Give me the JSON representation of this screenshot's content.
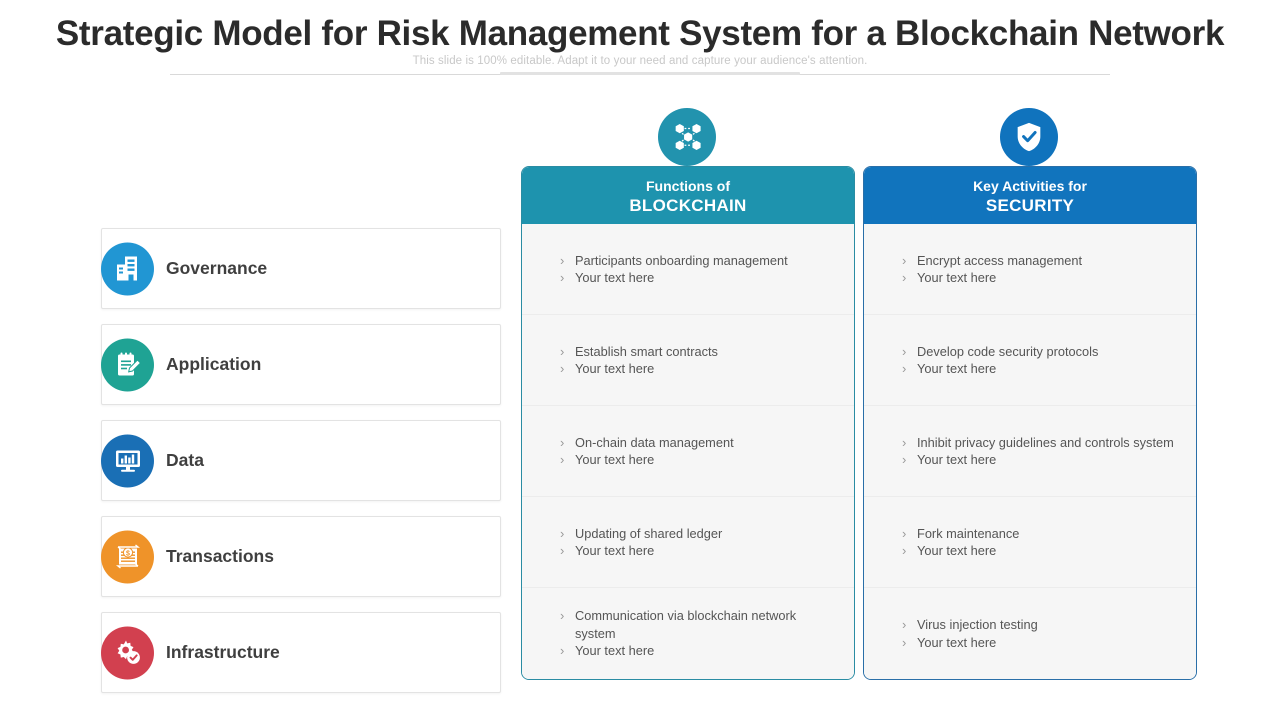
{
  "slide": {
    "title": "Strategic Model for Risk Management System for a Blockchain Network",
    "subtitle": "This slide is 100% editable. Adapt it to your need and capture your audience's attention."
  },
  "sidebar": {
    "items": [
      {
        "label": "Governance",
        "icon": "building-icon",
        "color": "#2196d3"
      },
      {
        "label": "Application",
        "icon": "notepad-pencil-icon",
        "color": "#1fa394"
      },
      {
        "label": "Data",
        "icon": "monitor-chart-icon",
        "color": "#1a6fb5"
      },
      {
        "label": "Transactions",
        "icon": "ledger-money-icon",
        "color": "#ef9329"
      },
      {
        "label": "Infrastructure",
        "icon": "gear-check-icon",
        "color": "#d2404f"
      }
    ]
  },
  "columns": [
    {
      "key": "blockchain",
      "badge_icon": "blockchain-nodes-icon",
      "header_line1": "Functions of",
      "header_line2": "BLOCKCHAIN",
      "header_color": "#1e93ae",
      "badge_color": "#2293ae",
      "border_color": "#2a8ca3",
      "rows": [
        {
          "bullets": [
            "Participants onboarding management",
            "Your text here"
          ]
        },
        {
          "bullets": [
            "Establish smart contracts",
            "Your text here"
          ]
        },
        {
          "bullets": [
            "On-chain data management",
            "Your text here"
          ]
        },
        {
          "bullets": [
            "Updating of shared ledger",
            "Your text here"
          ]
        },
        {
          "bullets": [
            "Communication via blockchain network system",
            "Your text here"
          ]
        }
      ]
    },
    {
      "key": "security",
      "badge_icon": "shield-check-icon",
      "header_line1": "Key Activities  for",
      "header_line2": "SECURITY",
      "header_color": "#1174bd",
      "badge_color": "#1073bd",
      "border_color": "#2a6fa8",
      "rows": [
        {
          "bullets": [
            "Encrypt access management",
            "Your text here"
          ]
        },
        {
          "bullets": [
            "Develop code security protocols",
            "Your text here"
          ]
        },
        {
          "bullets": [
            "Inhibit privacy guidelines and controls system",
            "Your text here"
          ]
        },
        {
          "bullets": [
            "Fork maintenance",
            "Your text here"
          ]
        },
        {
          "bullets": [
            "Virus injection testing",
            "Your text here"
          ]
        }
      ]
    }
  ],
  "bullet_marker": "›"
}
